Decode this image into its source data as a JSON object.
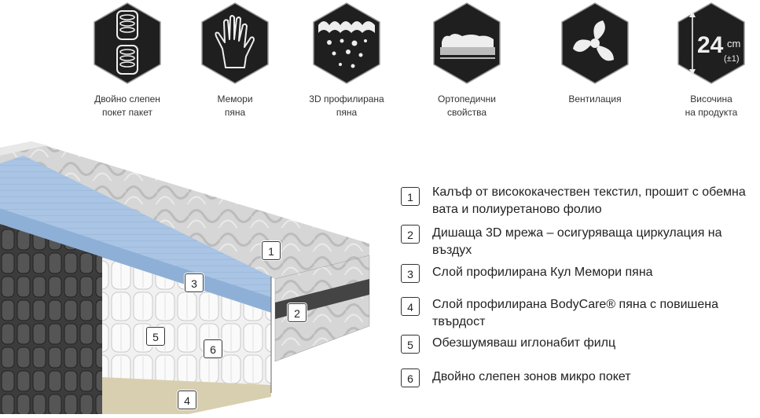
{
  "features": [
    {
      "icon": "pocket-springs-icon",
      "label": "Двойно слепен\nпокет пакет"
    },
    {
      "icon": "memory-foam-hand-icon",
      "label": "Мемори\nпяна"
    },
    {
      "icon": "profiled-foam-icon",
      "label": "3D профилирана\nпяна"
    },
    {
      "icon": "orthopedic-body-icon",
      "label": "Ортопедични\nсвойства"
    },
    {
      "icon": "ventilation-fan-icon",
      "label": "Вентилация"
    },
    {
      "icon": "height-icon",
      "label": "Височина\nна продукта",
      "height_value": "24",
      "height_unit": "cm",
      "height_tolerance": "(±1)"
    }
  ],
  "callouts": [
    "1",
    "2",
    "3",
    "4",
    "5",
    "6"
  ],
  "legend": [
    {
      "num": "1",
      "text": "Калъф от висококачествен текстил, прошит с обемна вата и полиуретаново фолио"
    },
    {
      "num": "2",
      "text": "Дишаща 3D мрежа – осигуряваща циркулация на въздух"
    },
    {
      "num": "3",
      "text": "Слой профилирана Кул Мемори пяна"
    },
    {
      "num": "4",
      "text": "Слой профилирана BodyCare® пяна с повишена твърдост"
    },
    {
      "num": "5",
      "text": "Обезшумяваш иглонабит филц"
    },
    {
      "num": "6",
      "text": "Двойно слепен зонов микро покет"
    }
  ],
  "colors": {
    "hex_fill": "#1f1f1f",
    "hex_stroke": "#e6e6e6",
    "foam": "#a9c4e4",
    "cover": "#d2d2d2",
    "mesh": "#4a4a4a"
  }
}
